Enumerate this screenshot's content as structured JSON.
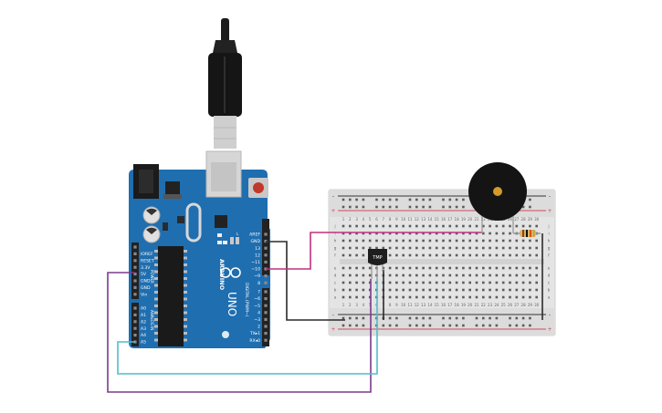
{
  "arduino": {
    "brand": "ARDUINO",
    "model": "UNO",
    "digital_header": "DIGITAL (PWM~)",
    "top_pins": [
      "AREF",
      "GND",
      "13",
      "12",
      "~11",
      "~10",
      "~9",
      "8"
    ],
    "bottom_pins": [
      "7",
      "~6",
      "~5",
      "4",
      "~3",
      "2",
      "TX▸1",
      "RX◂0"
    ],
    "power_pins": [
      "IOREF",
      "RESET",
      "3.3V",
      "5V",
      "GND",
      "GND",
      "Vin"
    ],
    "analog_pins": [
      "A0",
      "A1",
      "A2",
      "A3",
      "A4",
      "A5"
    ],
    "power_label": "POWER",
    "analog_label": "ANALOG IN",
    "led_labels": [
      "L",
      "TX",
      "RX"
    ]
  },
  "breadboard": {
    "columns": 30,
    "column_numbers": [
      "1",
      "2",
      "3",
      "4",
      "5",
      "6",
      "7",
      "8",
      "9",
      "10",
      "11",
      "12",
      "13",
      "14",
      "15",
      "16",
      "17",
      "18",
      "19",
      "20",
      "21",
      "22",
      "23",
      "24",
      "25",
      "26",
      "27",
      "28",
      "29",
      "30"
    ],
    "row_letters_top": [
      "j",
      "i",
      "h",
      "g",
      "f"
    ],
    "row_letters_bottom": [
      "e",
      "d",
      "c",
      "b",
      "a"
    ],
    "rail_signs": [
      "-",
      "+"
    ]
  },
  "components": {
    "sensor_label": "TMP",
    "buzzer": "piezo",
    "resistor": "resistor"
  },
  "colors": {
    "board": "#1f6eb0",
    "wire_black": "#2a2a2a",
    "wire_magenta": "#c2307e",
    "wire_purple": "#7a3b8c",
    "wire_cyan": "#52bccb",
    "rail_red": "#d04a5a",
    "rail_black": "#333333"
  }
}
